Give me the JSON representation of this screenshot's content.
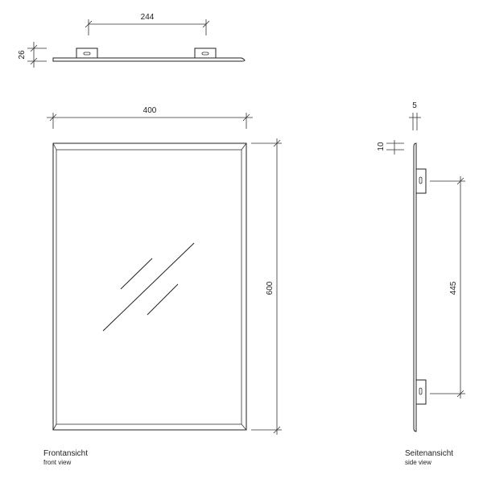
{
  "dimensions": {
    "top_width": "244",
    "top_thickness": "26",
    "front_width": "400",
    "front_height": "600",
    "side_thickness": "5",
    "side_offset": "10",
    "side_bracket_spacing": "445"
  },
  "captions": {
    "front_de": "Frontansicht",
    "front_en": "front view",
    "side_de": "Seitenansicht",
    "side_en": "side view"
  },
  "colors": {
    "line": "#222222",
    "background": "#ffffff"
  }
}
